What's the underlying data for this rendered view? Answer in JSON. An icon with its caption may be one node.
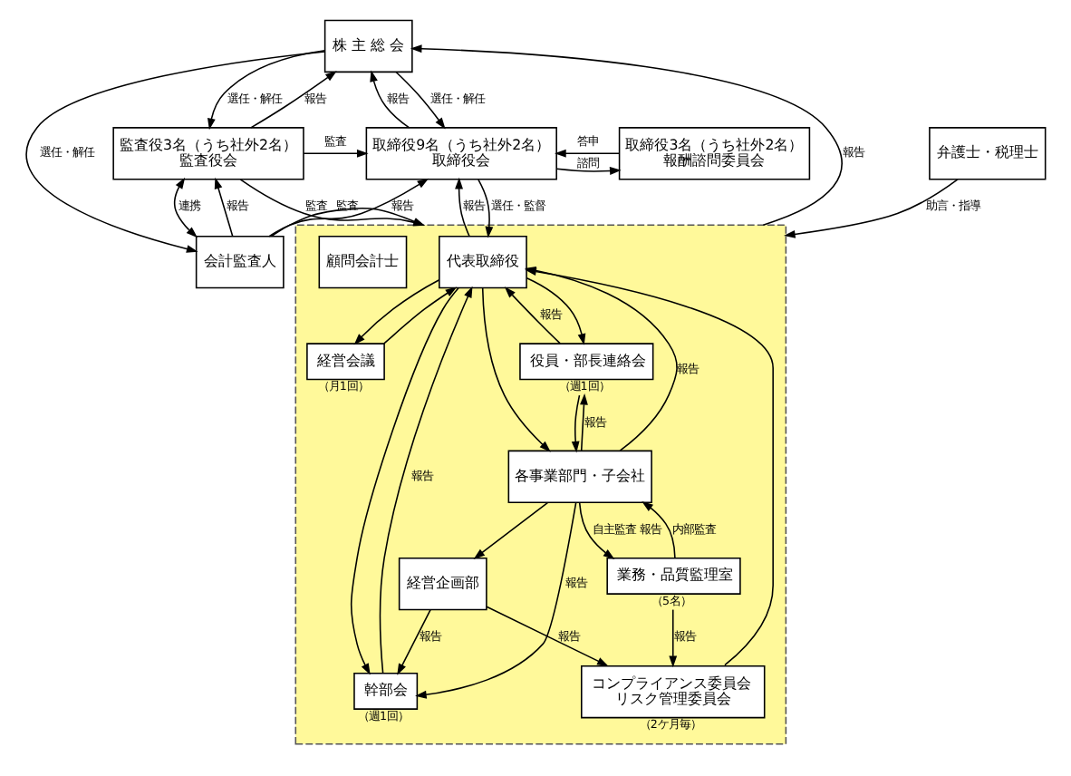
{
  "diagram": {
    "nodes": [
      {
        "text": [
          "株 主 総 会"
        ]
      },
      {
        "text": [
          "取締役3名（うち社外2名）",
          "報酬諮問委員会"
        ]
      },
      {
        "text": [
          "取締役9名（うち社外2名）",
          "取締役会"
        ]
      },
      {
        "text": [
          "監査役3名（うち社外2名）",
          "監査役会"
        ]
      },
      {
        "text": [
          "会計監査人"
        ]
      },
      {
        "text": [],
        "shape": "box"
      },
      {
        "text": [
          "代表取締役"
        ],
        "in": 5
      },
      {
        "text": [
          "経営会議"
        ],
        "beside": [
          "（月1回）"
        ],
        "in": 5
      },
      {
        "text": [
          "幹部会"
        ],
        "beside": [
          "（週1回）"
        ],
        "in": 5
      },
      {
        "text": [
          "コンプライアンス委員会",
          "リスク管理委員会"
        ],
        "beside": [
          "（2ケ月毎）"
        ],
        "in": 5
      },
      {
        "text": [
          "役員・部長連絡会"
        ],
        "beside": [
          "（週1回）"
        ],
        "in": 5
      },
      {
        "text": [
          "経営企画部"
        ],
        "in": 5
      },
      {
        "text": [
          "業務・品質監理室"
        ],
        "beside": [
          "（5名）"
        ],
        "in": 5
      },
      {
        "text": [
          "顧問会計士"
        ],
        "in": 5
      },
      {
        "text": [
          "各事業部門・子会社"
        ],
        "in": 5
      },
      {
        "text": [
          "弁護士・税理士"
        ]
      }
    ],
    "edges": [
      {
        "from": 0,
        "to": 2,
        "arrow": "to",
        "label": "選任・解任"
      },
      {
        "from": 2,
        "to": 0,
        "arrow": "to",
        "label": "報告"
      },
      {
        "from": 0,
        "to": 3,
        "arrow": "to",
        "label": "選任・解任"
      },
      {
        "from": 3,
        "to": 0,
        "arrow": "to",
        "label": "報告"
      },
      {
        "from": 0,
        "to": 4,
        "arrow": "to",
        "label": "選任・解任"
      },
      {
        "from": 3,
        "to": 4,
        "arrow": "both",
        "label": "連携"
      },
      {
        "from": 4,
        "to": 3,
        "arrow": "to",
        "label": "報告"
      },
      {
        "from": 1,
        "to": 2,
        "arrow": "to",
        "label": "答申"
      },
      {
        "from": 2,
        "to": 1,
        "arrow": "to",
        "label": "諮問"
      },
      {
        "from": 3,
        "to": 2,
        "arrow": "to",
        "label": "監査"
      },
      {
        "from": 4,
        "to": 2,
        "arrow": "to",
        "label": "報告"
      },
      {
        "from": 3,
        "to": 5,
        "arrow": "to",
        "label": "監査"
      },
      {
        "from": 6,
        "to": 2,
        "arrow": "to",
        "label": "報告"
      },
      {
        "from": 2,
        "to": 6,
        "arrow": "to",
        "label": "選任・監督"
      },
      {
        "from": 5,
        "to": 0,
        "arrow": "to",
        "label": "報告"
      },
      {
        "from": 4,
        "to": 5,
        "arrow": "to",
        "label": "監査"
      },
      {
        "from": 15,
        "to": 5,
        "arrow": "to",
        "label": "助言・指導"
      },
      {
        "from": 6,
        "to": 14,
        "arrow": "to"
      },
      {
        "from": 14,
        "to": 6,
        "arrow": "to",
        "label": "報告"
      },
      {
        "from": 6,
        "to": 10,
        "arrow": "to"
      },
      {
        "from": 10,
        "to": 6,
        "arrow": "to",
        "label": "報告"
      },
      {
        "from": 10,
        "to": 14,
        "arrow": "to"
      },
      {
        "from": 14,
        "to": 10,
        "arrow": "to",
        "label": "報告"
      },
      {
        "from": 6,
        "to": 8,
        "arrow": "to"
      },
      {
        "from": 8,
        "to": 6,
        "arrow": "to",
        "label": "報告"
      },
      {
        "from": 6,
        "to": 7,
        "arrow": "to"
      },
      {
        "from": 7,
        "to": 6,
        "arrow": "to"
      },
      {
        "from": 14,
        "to": 8,
        "arrow": "to",
        "label": "報告"
      },
      {
        "from": 11,
        "to": 8,
        "arrow": "to",
        "label": "報告"
      },
      {
        "from": 14,
        "to": 11,
        "arrow": "to"
      },
      {
        "from": 11,
        "to": 9,
        "arrow": "to",
        "label": "報告"
      },
      {
        "from": 9,
        "to": 6,
        "arrow": "to"
      },
      {
        "from": 12,
        "to": 9,
        "arrow": "to",
        "label": "報告"
      },
      {
        "from": 14,
        "to": 12,
        "arrow": "to",
        "label": "自主監査 報告"
      },
      {
        "from": 12,
        "to": 14,
        "arrow": "to",
        "label": "内部監査"
      }
    ]
  }
}
